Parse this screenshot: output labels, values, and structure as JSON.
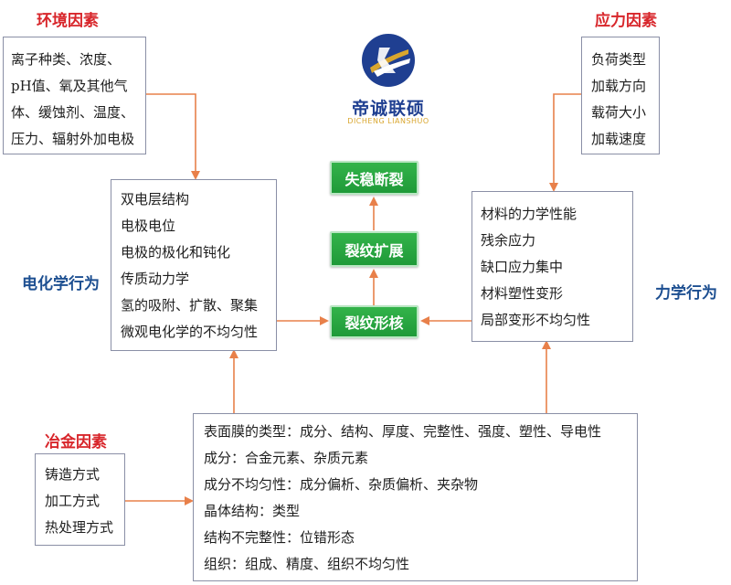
{
  "colors": {
    "title_red": "#d8262b",
    "title_blue": "#1d4f91",
    "arrow_orange": "#e8804a",
    "node_green": "#2aa844",
    "logo_blue": "#1f3f91",
    "logo_gold": "#d9a62e"
  },
  "logo": {
    "cn": "帝诚联硕",
    "en": "DICHENG LIANSHUO"
  },
  "env": {
    "title": "环境因素",
    "lines": [
      "离子种类、浓度、",
      "pH值、氧及其他气",
      "体、缓蚀剂、温度、",
      "压力、辐射外加电极"
    ]
  },
  "stress": {
    "title": "应力因素",
    "lines": [
      "负荷类型",
      "加载方向",
      "载荷大小",
      "加载速度"
    ]
  },
  "electro": {
    "title": "电化学行为",
    "lines": [
      "双电层结构",
      "电极电位",
      "电极的极化和钝化",
      "传质动力学",
      "氢的吸附、扩散、聚集",
      "微观电化学的不均匀性"
    ]
  },
  "mech": {
    "title": "力学行为",
    "lines": [
      "材料的力学性能",
      "残余应力",
      "缺口应力集中",
      "材料塑性变形",
      "局部变形不均匀性"
    ]
  },
  "metal": {
    "title": "冶金因素",
    "lines": [
      "铸造方式",
      "加工方式",
      "热处理方式"
    ]
  },
  "material": {
    "lines": [
      "表面膜的类型：成分、结构、厚度、完整性、强度、塑性、导电性",
      "成分：合金元素、杂质元素",
      "成分不均匀性：成分偏析、杂质偏析、夹杂物",
      "晶体结构：类型",
      "结构不完整性：位错形态",
      "组织：组成、精度、组织不均匀性"
    ]
  },
  "stages": {
    "fracture": "失稳断裂",
    "propagation": "裂纹扩展",
    "nucleation": "裂纹形核"
  }
}
